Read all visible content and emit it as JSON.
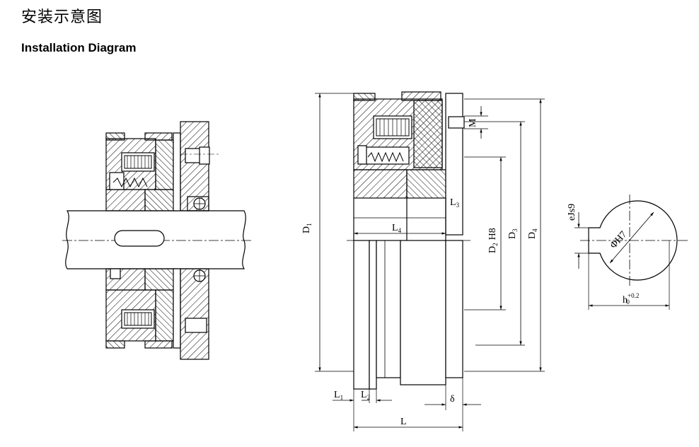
{
  "title_cn": "安装示意图",
  "title_en": "Installation Diagram",
  "dimensions": {
    "D1": "D",
    "D1_sub": "1",
    "D2": "D",
    "D2_sub": "2",
    "D2_fit": "H8",
    "D3": "D",
    "D3_sub": "3",
    "D4": "D",
    "D4_sub": "4",
    "L": "L",
    "L1": "L",
    "L1_sub": "1",
    "L2": "L",
    "L2_sub": "2",
    "L3": "L",
    "L3_sub": "3",
    "L4": "L",
    "L4_sub": "4",
    "M": "M",
    "delta": "δ",
    "bore": "ΦH7",
    "key_width": "eJs9",
    "key_height": "h",
    "key_height_tol": "+0.2",
    "key_height_tol_low": "0"
  }
}
